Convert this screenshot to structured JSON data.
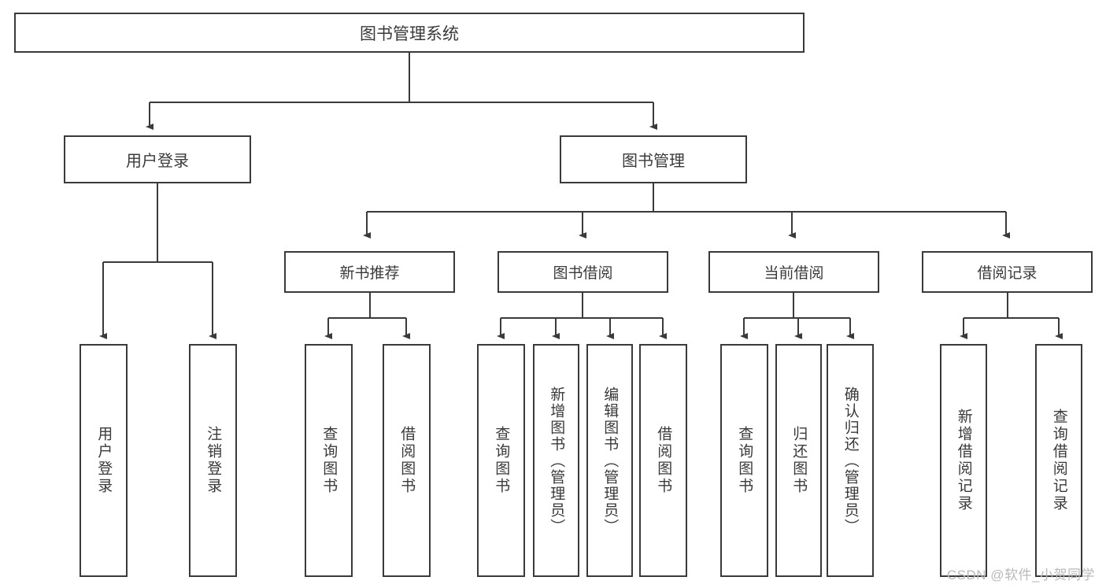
{
  "diagram": {
    "title": "图书管理系统",
    "watermark": "CSDN @软件_小贺同学",
    "colors": {
      "box_border": "#3a3a3a",
      "box_fill": "#ffffff",
      "connector": "#3a3a3a",
      "text": "#3a3a3a",
      "watermark": "#b9b9b9",
      "background": "#ffffff"
    },
    "nodes": {
      "root": {
        "label": "图书管理系统"
      },
      "level1": [
        {
          "label": "用户登录"
        },
        {
          "label": "图书管理"
        }
      ],
      "level2": [
        {
          "label": "新书推荐"
        },
        {
          "label": "图书借阅"
        },
        {
          "label": "当前借阅"
        },
        {
          "label": "借阅记录"
        }
      ],
      "leaves": {
        "user_login": [
          {
            "label": "用户登录"
          },
          {
            "label": "注销登录"
          }
        ],
        "new_book_recommend": [
          {
            "label": "查询图书"
          },
          {
            "label": "借阅图书"
          }
        ],
        "book_borrow": [
          {
            "label": "查询图书"
          },
          {
            "label": "新增图书（管理员）"
          },
          {
            "label": "编辑图书（管理员）"
          },
          {
            "label": "借阅图书"
          }
        ],
        "current_borrow": [
          {
            "label": "查询图书"
          },
          {
            "label": "归还图书"
          },
          {
            "label": "确认归还（管理员）"
          }
        ],
        "borrow_records": [
          {
            "label": "新增借阅记录"
          },
          {
            "label": "查询借阅记录"
          }
        ]
      }
    },
    "structure": {
      "type": "tree",
      "orientation": "top-down",
      "edges": [
        {
          "from": "图书管理系统",
          "to": "用户登录"
        },
        {
          "from": "图书管理系统",
          "to": "图书管理"
        },
        {
          "from": "用户登录",
          "to": "用户登录"
        },
        {
          "from": "用户登录",
          "to": "注销登录"
        },
        {
          "from": "图书管理",
          "to": "新书推荐"
        },
        {
          "from": "图书管理",
          "to": "图书借阅"
        },
        {
          "from": "图书管理",
          "to": "当前借阅"
        },
        {
          "from": "图书管理",
          "to": "借阅记录"
        },
        {
          "from": "新书推荐",
          "to": "查询图书"
        },
        {
          "from": "新书推荐",
          "to": "借阅图书"
        },
        {
          "from": "图书借阅",
          "to": "查询图书"
        },
        {
          "from": "图书借阅",
          "to": "新增图书（管理员）"
        },
        {
          "from": "图书借阅",
          "to": "编辑图书（管理员）"
        },
        {
          "from": "图书借阅",
          "to": "借阅图书"
        },
        {
          "from": "当前借阅",
          "to": "查询图书"
        },
        {
          "from": "当前借阅",
          "to": "归还图书"
        },
        {
          "from": "当前借阅",
          "to": "确认归还（管理员）"
        },
        {
          "from": "借阅记录",
          "to": "新增借阅记录"
        },
        {
          "from": "借阅记录",
          "to": "查询借阅记录"
        }
      ]
    }
  }
}
